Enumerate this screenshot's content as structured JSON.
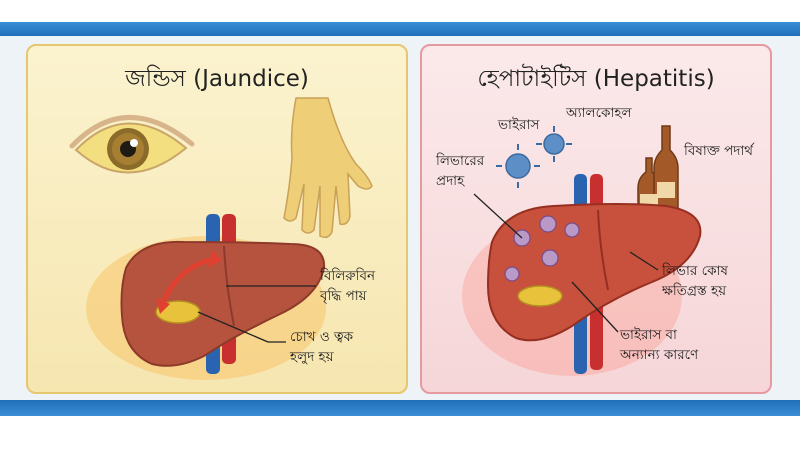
{
  "jaundice": {
    "title": "জন্ডিস (Jaundice)",
    "label_bilirubin_1": "বিলিরুবিন",
    "label_bilirubin_2": "বৃদ্ধি পায়",
    "label_eye_skin_1": "চোখ ও ত্বক",
    "label_eye_skin_2": "হলুদ হয়"
  },
  "hepatitis": {
    "title": "হেপাটাইটিস (Hepatitis)",
    "label_virus": "ভাইরাস",
    "label_alcohol": "অ্যালকোহল",
    "label_toxins": "বিষাক্ত পদার্থ",
    "label_inflammation_1": "লিভারের",
    "label_inflammation_2": "প্রদাহ",
    "label_cell_damage_1": "লিভার কোষ",
    "label_cell_damage_2": "ক্ষতিগ্রস্ত হয়",
    "label_cause_1": "ভাইরাস বা",
    "label_cause_2": "অন্যান্য কারণে"
  },
  "colors": {
    "stripe": "#1f6fb8",
    "jaundice_panel": "#f6e6b0",
    "hepatitis_panel": "#f6d6d8",
    "liver": "#b5533e",
    "vein_blue": "#2a64b0",
    "artery_red": "#c83030"
  }
}
